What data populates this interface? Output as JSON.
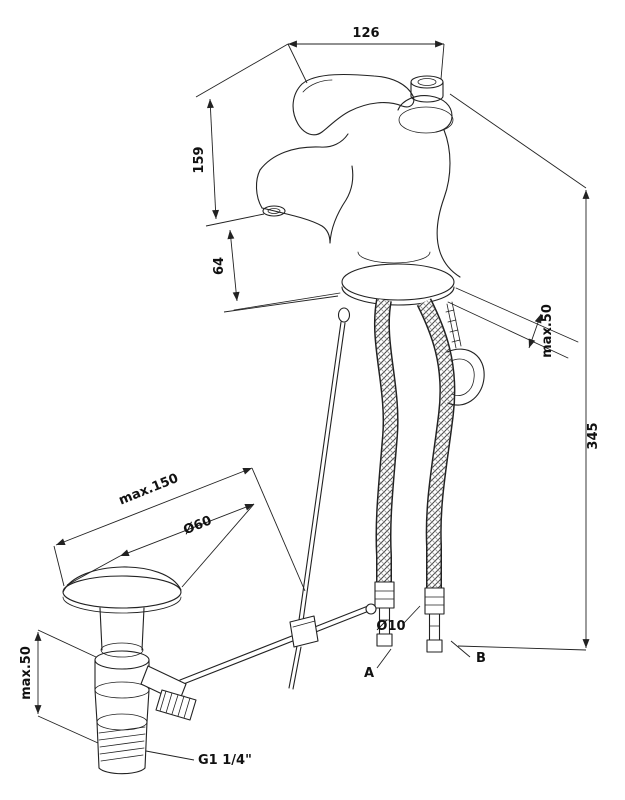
{
  "drawing": {
    "labels": {
      "dim_width_top": "126",
      "dim_height_spout": "159",
      "dim_height_outlet": "64",
      "dim_deck_thickness": "max.50",
      "dim_hose_length": "345",
      "dim_rod_length": "max.150",
      "dim_waste_diameter": "Ø60",
      "dim_waste_height": "max.50",
      "dim_hose_diameter": "Ø10",
      "label_hose_a": "A",
      "label_hose_b": "B",
      "label_thread": "G1 1/4\""
    },
    "colors": {
      "line": "#222222",
      "background": "#ffffff",
      "text": "#111111"
    }
  }
}
